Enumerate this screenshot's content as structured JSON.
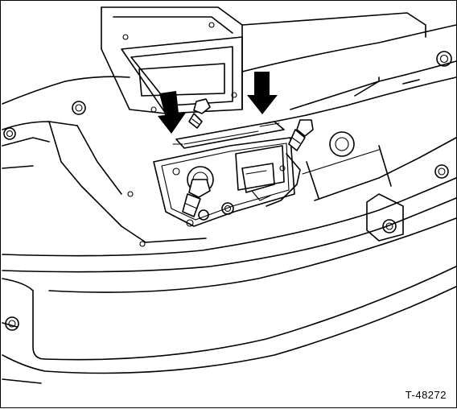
{
  "figure": {
    "reference_code": "T-48272",
    "colors": {
      "line": "#000000",
      "background": "#ffffff"
    },
    "callouts": [
      {
        "name": "arrow-left",
        "icon": "down-arrow-icon"
      },
      {
        "name": "arrow-right",
        "icon": "down-arrow-icon"
      }
    ]
  }
}
